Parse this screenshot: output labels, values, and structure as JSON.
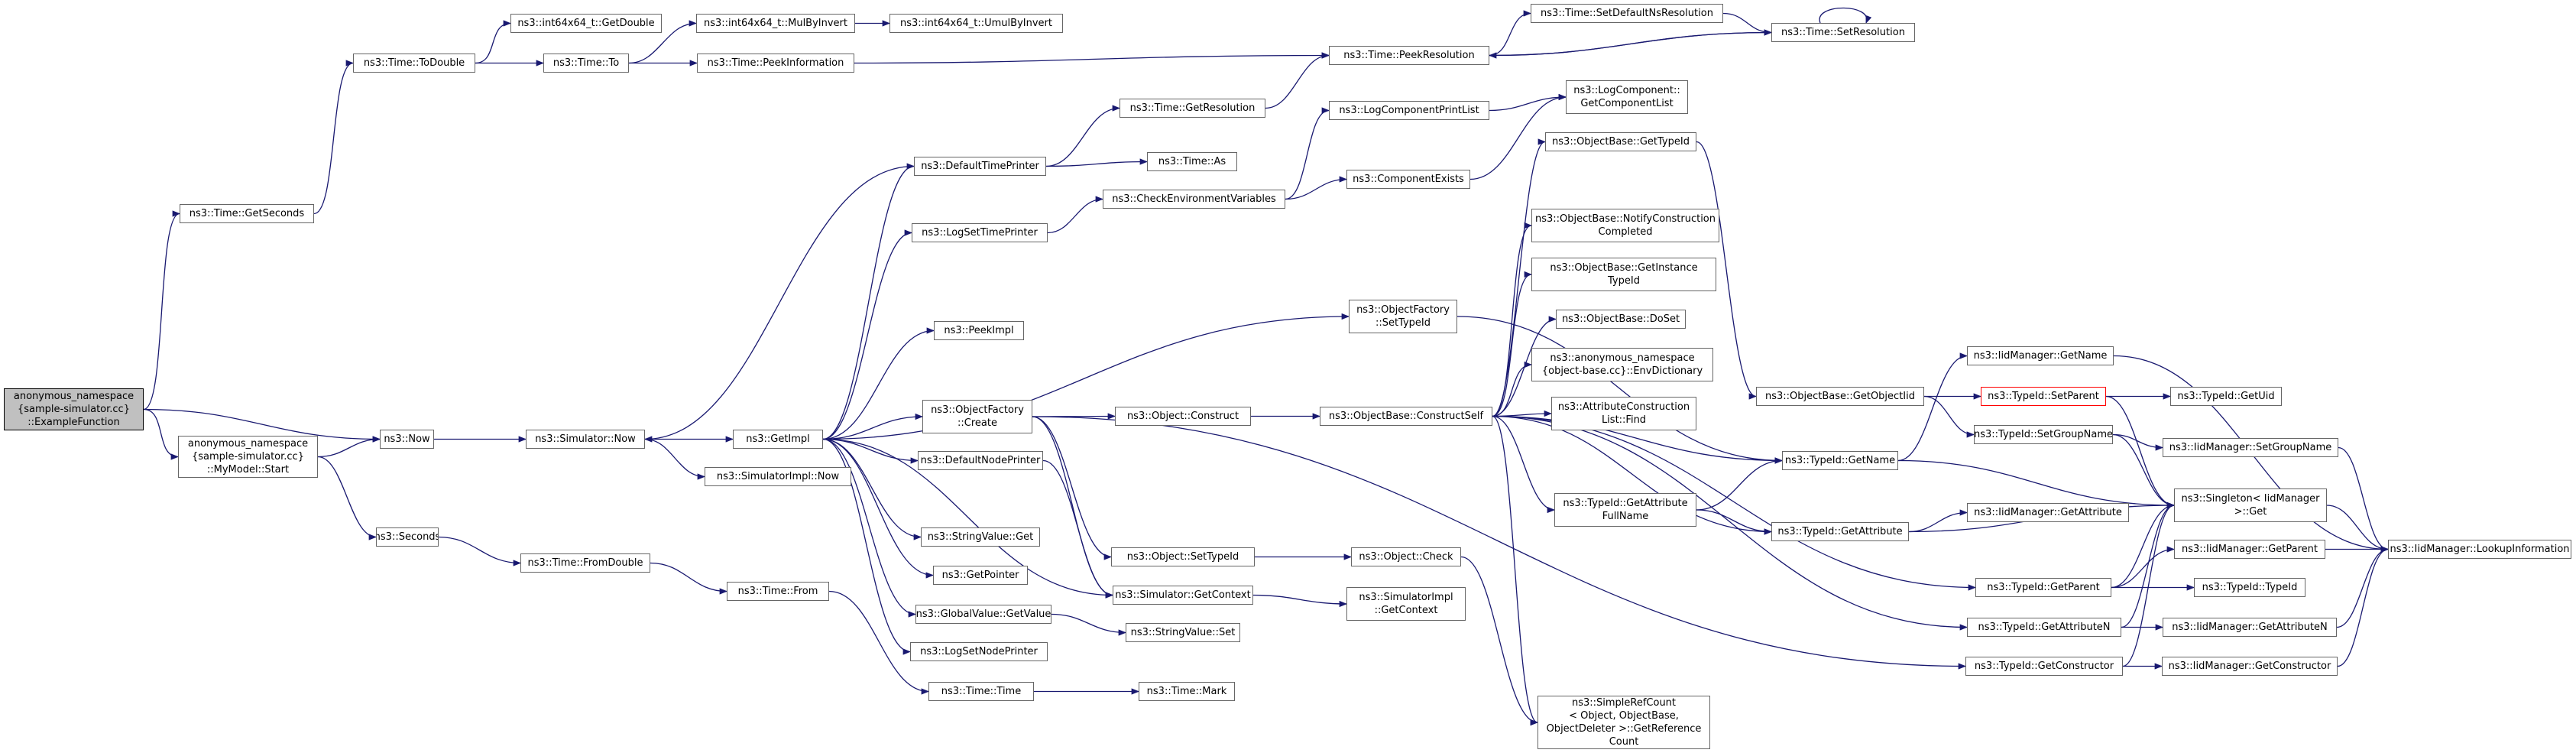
{
  "graph": {
    "edge_color": "#191970",
    "nodes": {
      "n0": "anonymous_namespace\n{sample-simulator.cc}\n::ExampleFunction",
      "n1": "ns3::Time::GetSeconds",
      "n2": "ns3::Now",
      "n3": "anonymous_namespace\n{sample-simulator.cc}\n::MyModel::Start",
      "n4": "ns3::Time::ToDouble",
      "n5": "ns3::int64x64_t::GetDouble",
      "n6": "ns3::Time::To",
      "n7": "ns3::int64x64_t::MulByInvert",
      "n8": "ns3::int64x64_t::UmulByInvert",
      "n9": "ns3::Time::PeekInformation",
      "n10": "ns3::Time::SetDefaultNsResolution",
      "n11": "ns3::Time::SetResolution",
      "n12": "ns3::Time::PeekResolution",
      "n13": "ns3::Time::GetResolution",
      "n14": "ns3::DefaultTimePrinter",
      "n15": "ns3::Time::As",
      "n16": "ns3::LogComponentPrintList",
      "n17": "ns3::LogComponent::\nGetComponentList",
      "n18": "ns3::ComponentExists",
      "n19": "ns3::CheckEnvironmentVariables",
      "n20": "ns3::LogSetTimePrinter",
      "n21": "ns3::ObjectBase::GetTypeId",
      "n22": "ns3::ObjectBase::NotifyConstruction\nCompleted",
      "n23": "ns3::ObjectBase::GetInstance\nTypeId",
      "n24": "ns3::ObjectFactory\n::SetTypeId",
      "n25": "ns3::PeekImpl",
      "n26": "ns3::ObjectBase::DoSet",
      "n27": "ns3::anonymous_namespace\n{object-base.cc}::EnvDictionary",
      "n28": "ns3::AttributeConstruction\nList::Find",
      "n29": "ns3::IidManager::GetName",
      "n30": "ns3::ObjectBase::GetObjectIid",
      "n31": "ns3::TypeId::SetParent",
      "n32": "ns3::TypeId::GetUid",
      "n33": "ns3::Simulator::Now",
      "n34": "ns3::GetImpl",
      "n35": "ns3::ObjectFactory\n::Create",
      "n36": "ns3::Object::Construct",
      "n37": "ns3::ObjectBase::ConstructSelf",
      "n38": "ns3::TypeId::GetName",
      "n39": "ns3::TypeId::SetGroupName",
      "n40": "ns3::IidManager::SetGroupName",
      "n41": "ns3::DefaultNodePrinter",
      "n42": "ns3::SimulatorImpl::Now",
      "n43": "ns3::Singleton< IidManager\n>::Get",
      "n44": "ns3::IidManager::LookupInformation",
      "n45": "ns3::TypeId::GetAttribute\nFullName",
      "n46": "ns3::IidManager::GetAttribute",
      "n47": "ns3::TypeId::GetAttribute",
      "n48": "ns3::Seconds",
      "n49": "ns3::StringValue::Get",
      "n50": "ns3::Object::SetTypeId",
      "n51": "ns3::Object::Check",
      "n52": "ns3::IidManager::GetParent",
      "n53": "ns3::GetPointer",
      "n54": "ns3::Time::FromDouble",
      "n55": "ns3::Simulator::GetContext",
      "n56": "ns3::SimulatorImpl\n::GetContext",
      "n57": "ns3::TypeId::GetParent",
      "n58": "ns3::TypeId::TypeId",
      "n59": "ns3::Time::From",
      "n60": "ns3::GlobalValue::GetValue",
      "n61": "ns3::StringValue::Set",
      "n62": "ns3::TypeId::GetAttributeN",
      "n63": "ns3::IidManager::GetAttributeN",
      "n64": "ns3::LogSetNodePrinter",
      "n65": "ns3::TypeId::GetConstructor",
      "n66": "ns3::IidManager::GetConstructor",
      "n67": "ns3::Time::Time",
      "n68": "ns3::Time::Mark",
      "n69": "ns3::SimpleRefCount\n< Object, ObjectBase,\nObjectDeleter >::GetReference\nCount"
    },
    "edges": [
      [
        "n0",
        "n1"
      ],
      [
        "n0",
        "n2"
      ],
      [
        "n0",
        "n3"
      ],
      [
        "n1",
        "n4"
      ],
      [
        "n4",
        "n5"
      ],
      [
        "n4",
        "n6"
      ],
      [
        "n6",
        "n7"
      ],
      [
        "n6",
        "n9"
      ],
      [
        "n7",
        "n8"
      ],
      [
        "n9",
        "n12"
      ],
      [
        "n12",
        "n10"
      ],
      [
        "n12",
        "n11"
      ],
      [
        "n10",
        "n11"
      ],
      [
        "n11",
        "n11"
      ],
      [
        "n11",
        "n12"
      ],
      [
        "n3",
        "n2"
      ],
      [
        "n3",
        "n48"
      ],
      [
        "n2",
        "n33"
      ],
      [
        "n33",
        "n34"
      ],
      [
        "n33",
        "n42"
      ],
      [
        "n34",
        "n14"
      ],
      [
        "n34",
        "n20"
      ],
      [
        "n34",
        "n25"
      ],
      [
        "n34",
        "n24"
      ],
      [
        "n34",
        "n35"
      ],
      [
        "n34",
        "n41"
      ],
      [
        "n34",
        "n49"
      ],
      [
        "n34",
        "n53"
      ],
      [
        "n34",
        "n60"
      ],
      [
        "n34",
        "n64"
      ],
      [
        "n34",
        "n55"
      ],
      [
        "n14",
        "n13"
      ],
      [
        "n14",
        "n15"
      ],
      [
        "n14",
        "n33"
      ],
      [
        "n13",
        "n12"
      ],
      [
        "n20",
        "n19"
      ],
      [
        "n19",
        "n16"
      ],
      [
        "n19",
        "n18"
      ],
      [
        "n16",
        "n17"
      ],
      [
        "n18",
        "n17"
      ],
      [
        "n24",
        "n38"
      ],
      [
        "n35",
        "n36"
      ],
      [
        "n35",
        "n50"
      ],
      [
        "n35",
        "n55"
      ],
      [
        "n35",
        "n65"
      ],
      [
        "n36",
        "n37"
      ],
      [
        "n37",
        "n21"
      ],
      [
        "n37",
        "n22"
      ],
      [
        "n37",
        "n23"
      ],
      [
        "n37",
        "n26"
      ],
      [
        "n37",
        "n27"
      ],
      [
        "n37",
        "n28"
      ],
      [
        "n37",
        "n38"
      ],
      [
        "n37",
        "n45"
      ],
      [
        "n37",
        "n47"
      ],
      [
        "n37",
        "n57"
      ],
      [
        "n37",
        "n62"
      ],
      [
        "n37",
        "n69"
      ],
      [
        "n21",
        "n30"
      ],
      [
        "n30",
        "n31"
      ],
      [
        "n30",
        "n39"
      ],
      [
        "n31",
        "n32"
      ],
      [
        "n31",
        "n43"
      ],
      [
        "n38",
        "n29"
      ],
      [
        "n38",
        "n43"
      ],
      [
        "n29",
        "n44"
      ],
      [
        "n39",
        "n40"
      ],
      [
        "n39",
        "n43"
      ],
      [
        "n40",
        "n44"
      ],
      [
        "n45",
        "n38"
      ],
      [
        "n45",
        "n47"
      ],
      [
        "n47",
        "n46"
      ],
      [
        "n47",
        "n43"
      ],
      [
        "n43",
        "n44"
      ],
      [
        "n41",
        "n55"
      ],
      [
        "n55",
        "n56"
      ],
      [
        "n50",
        "n51"
      ],
      [
        "n51",
        "n69"
      ],
      [
        "n57",
        "n52"
      ],
      [
        "n57",
        "n58"
      ],
      [
        "n57",
        "n43"
      ],
      [
        "n52",
        "n44"
      ],
      [
        "n62",
        "n63"
      ],
      [
        "n62",
        "n43"
      ],
      [
        "n63",
        "n44"
      ],
      [
        "n65",
        "n66"
      ],
      [
        "n65",
        "n43"
      ],
      [
        "n66",
        "n44"
      ],
      [
        "n48",
        "n54"
      ],
      [
        "n54",
        "n59"
      ],
      [
        "n59",
        "n67"
      ],
      [
        "n67",
        "n68"
      ],
      [
        "n60",
        "n61"
      ]
    ]
  }
}
